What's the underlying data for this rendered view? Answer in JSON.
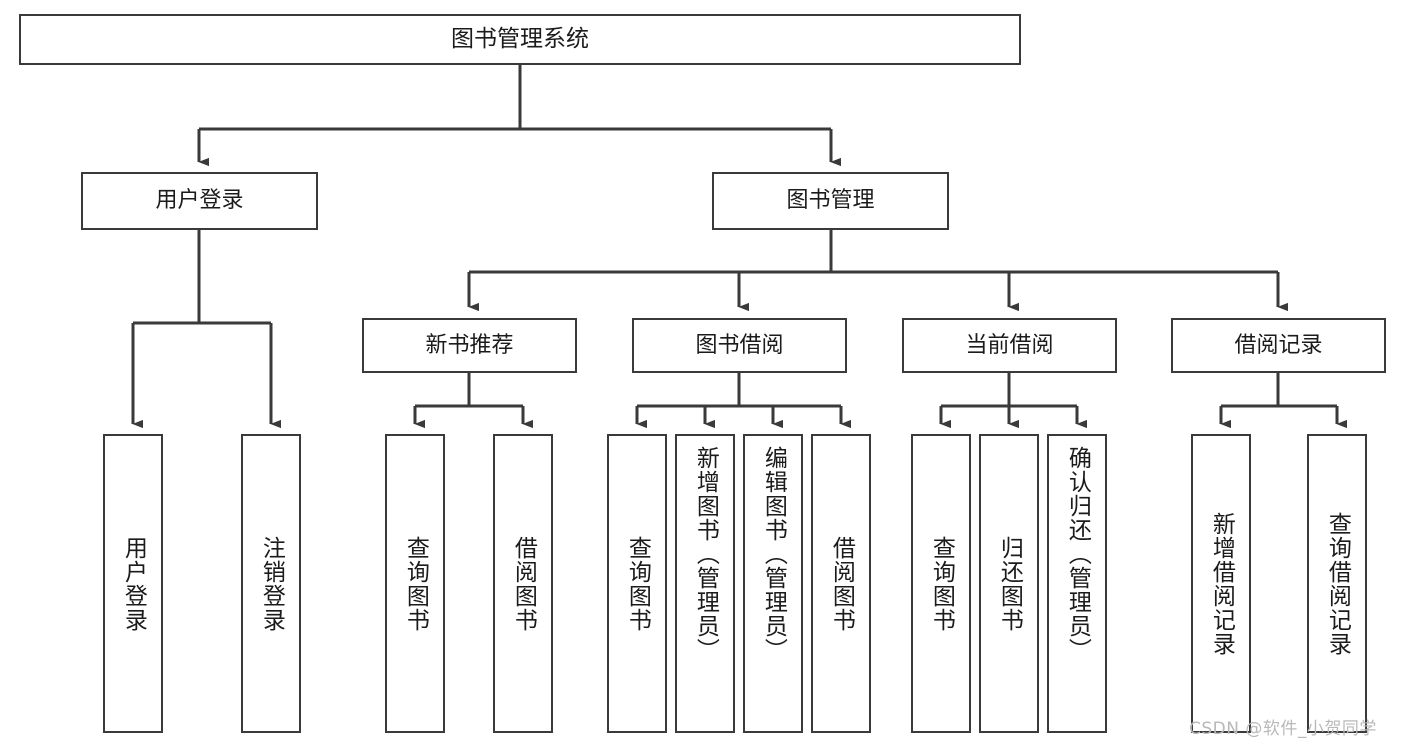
{
  "diagram": {
    "title": "图书管理系统",
    "root": {
      "label": "图书管理系统"
    },
    "level2": [
      {
        "label": "用户登录"
      },
      {
        "label": "图书管理"
      }
    ],
    "level3": [
      {
        "label": "新书推荐"
      },
      {
        "label": "图书借阅"
      },
      {
        "label": "当前借阅"
      },
      {
        "label": "借阅记录"
      }
    ],
    "leaves": {
      "user_login": [
        {
          "label": "用户登录"
        },
        {
          "label": "注销登录"
        }
      ],
      "new_book_recommend": [
        {
          "label": "查询图书"
        },
        {
          "label": "借阅图书"
        }
      ],
      "book_borrow": [
        {
          "label": "查询图书"
        },
        {
          "label": "新增图书（管理员）"
        },
        {
          "label": "编辑图书（管理员）"
        },
        {
          "label": "借阅图书"
        }
      ],
      "current_borrow": [
        {
          "label": "查询图书"
        },
        {
          "label": "归还图书"
        },
        {
          "label": "确认归还（管理员）"
        }
      ],
      "borrow_record": [
        {
          "label": "新增借阅记录"
        },
        {
          "label": "查询借阅记录"
        }
      ]
    }
  },
  "watermark": {
    "text": "CSDN @软件_小贺同学"
  },
  "colors": {
    "border": "#3a3a3a",
    "background": "#ffffff",
    "text": "#1b1b1b",
    "watermark": "#b9b9b9"
  }
}
